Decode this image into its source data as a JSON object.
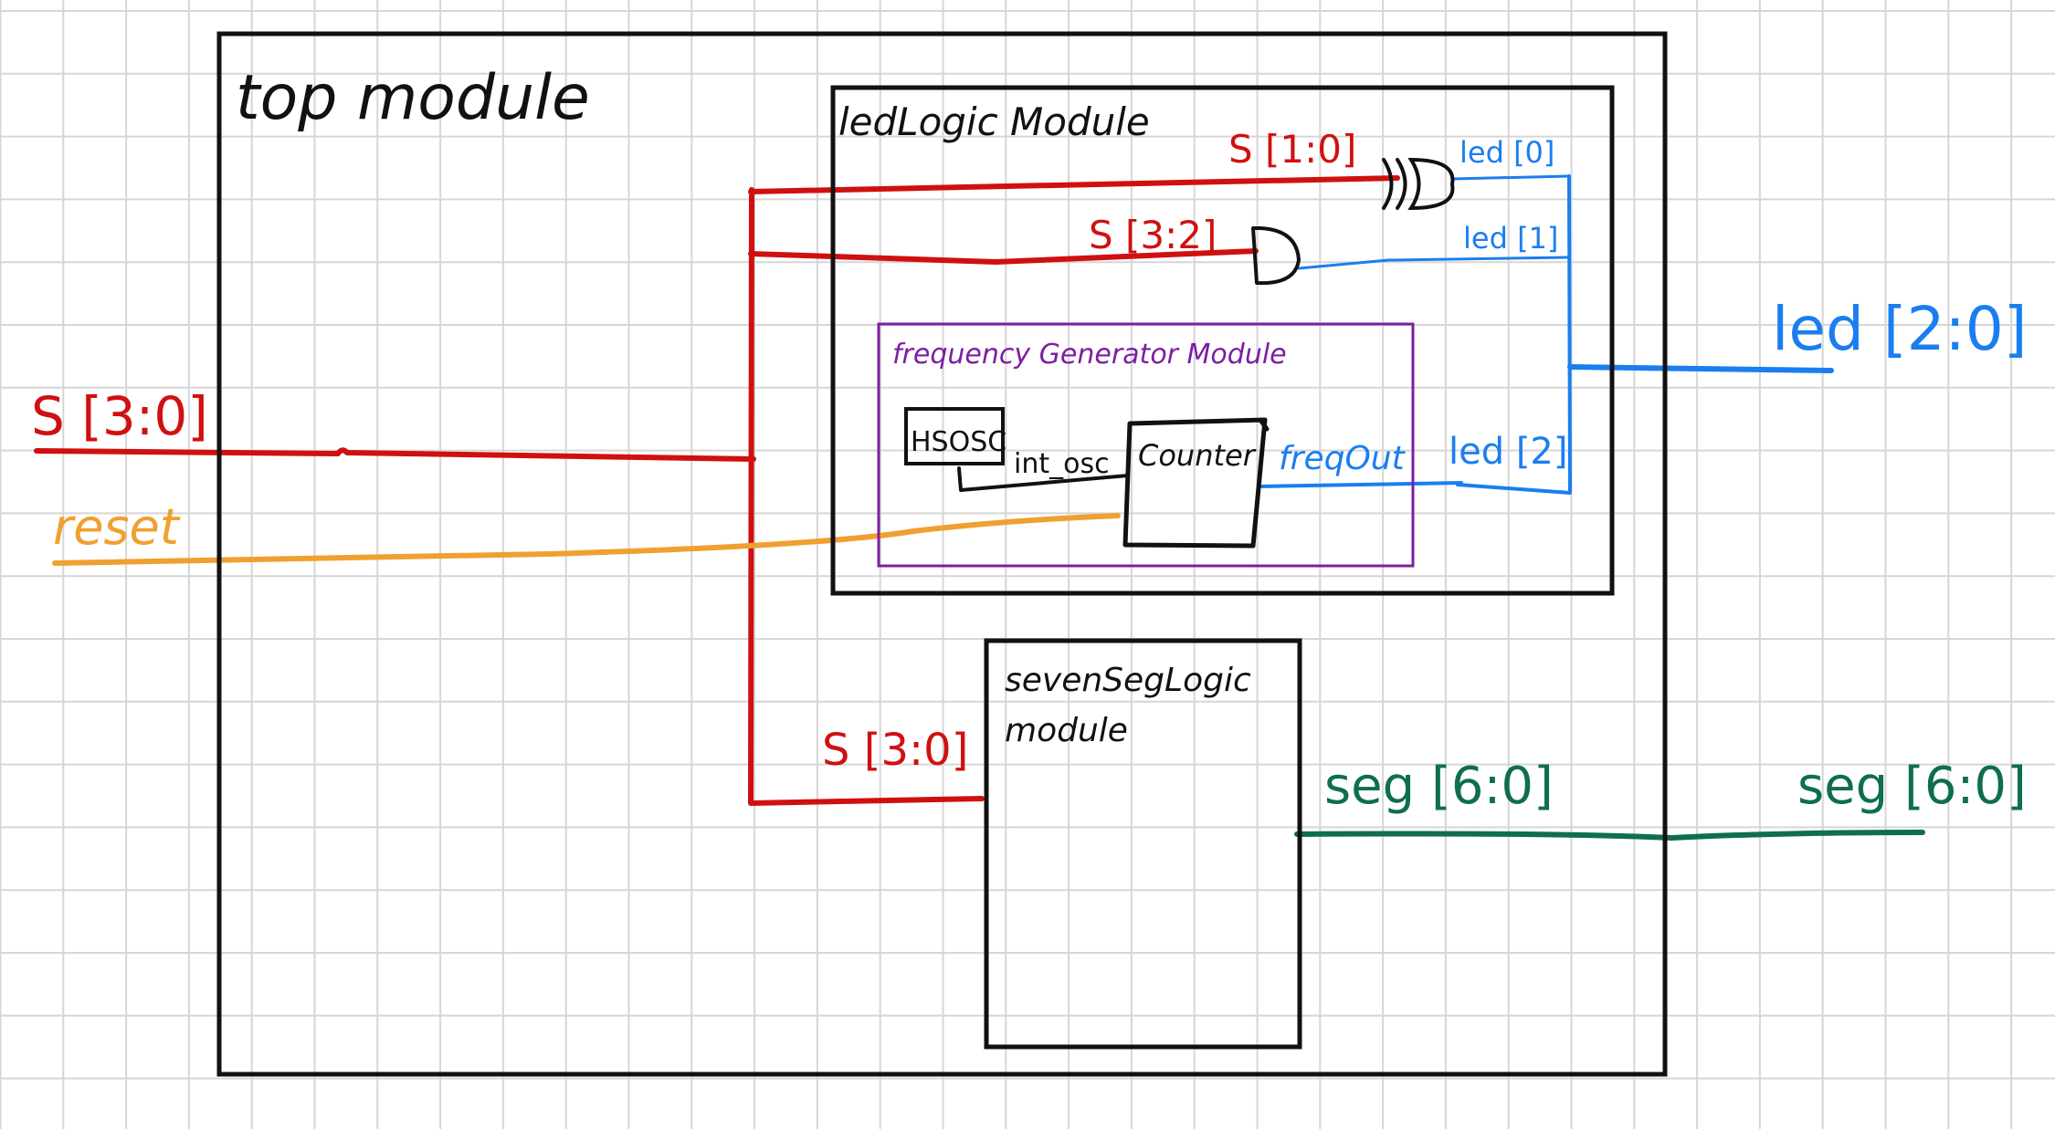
{
  "colors": {
    "grid": "#d6d6d6",
    "ink": "#111111",
    "red": "#d01010",
    "orange": "#f0a030",
    "blue": "#1a7ef0",
    "purple": "#7b1fa2",
    "green": "#0e6e4e"
  },
  "modules": {
    "top": "top module",
    "led_logic": "ledLogic  Module",
    "freq_gen": "frequency Generator Module",
    "seven_seg": {
      "line1": "sevenSegLogic",
      "line2": "module"
    },
    "hsosc": "HSOSC",
    "counter": "Counter"
  },
  "gates": {
    "xor": "xor-gate-icon",
    "and": "and-gate-icon"
  },
  "signals": {
    "s_in": "S [3:0]",
    "reset": "reset",
    "s_10": "S [1:0]",
    "s_32": "S [3:2]",
    "s_seg": "S [3:0]",
    "led0": "led [0]",
    "led1": "led [1]",
    "led2": "led [2]",
    "led_out": "led [2:0]",
    "int_osc": "int_osc",
    "freq_out": "freqOut",
    "seg_inner": "seg [6:0]",
    "seg_out": "seg [6:0]"
  }
}
